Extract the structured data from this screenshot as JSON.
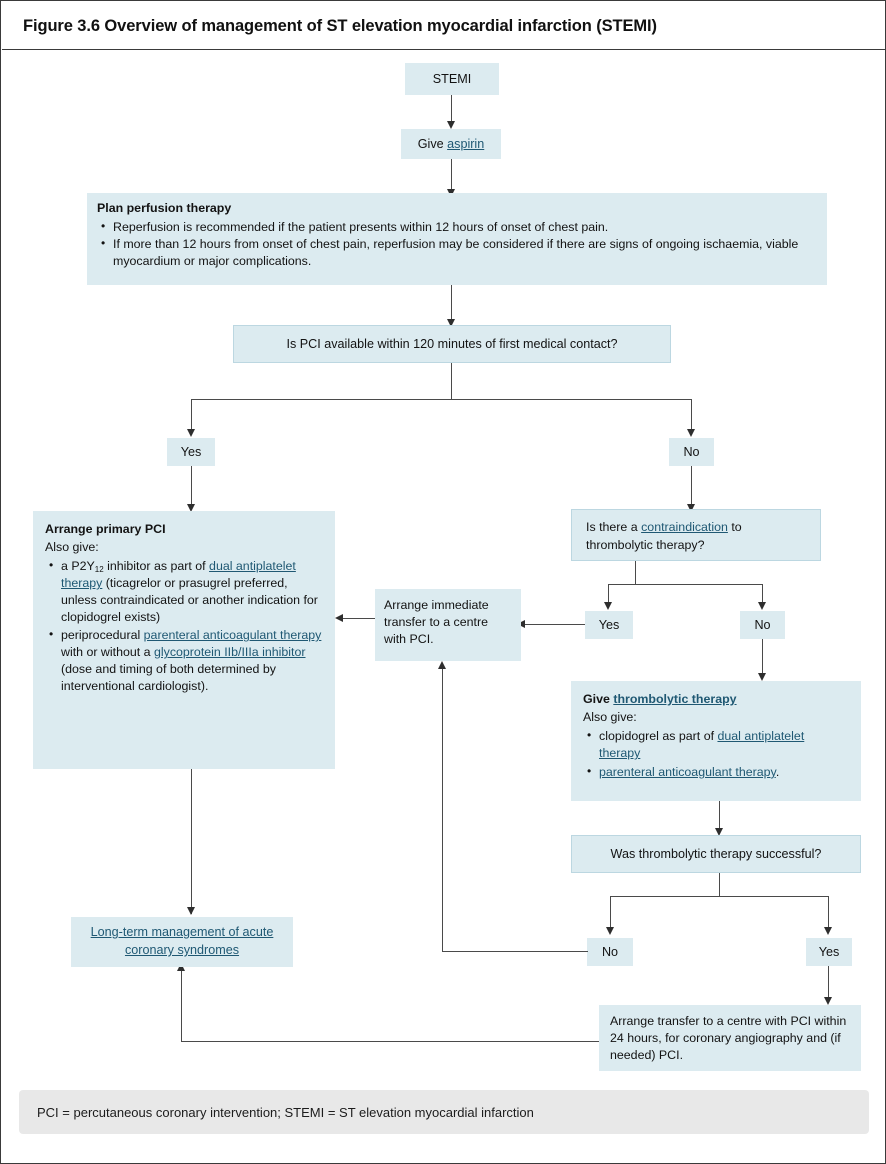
{
  "figure": {
    "title": "Figure 3.6 Overview of management of ST elevation myocardial infarction (STEMI)",
    "footnote": "PCI = percutaneous coronary intervention; STEMI = ST elevation myocardial infarction",
    "accent_box_color": "#dcebf0",
    "link_color": "#1f5873",
    "connector_color": "#4a4a4a",
    "footer_color": "#e8e8e8"
  },
  "nodes": {
    "stemi": {
      "text": "STEMI"
    },
    "give_aspirin": {
      "prefix": "Give ",
      "link": "aspirin"
    },
    "plan_perfusion": {
      "title": "Plan perfusion therapy",
      "bullets": [
        "Reperfusion is recommended if the patient presents within 12 hours of onset of chest pain.",
        "If more than 12 hours from onset of chest pain, reperfusion may be considered if there are signs of ongoing ischaemia, viable myocardium or major complications."
      ]
    },
    "pci_available": {
      "text": "Is PCI available within 120 minutes of first medical contact?"
    },
    "yes_pci": {
      "text": "Yes"
    },
    "no_pci": {
      "text": "No"
    },
    "primary_pci": {
      "title": "Arrange primary PCI",
      "subtitle": "Also give:",
      "bullet1": {
        "part1": "a P2Y",
        "sub": "12",
        "part2": " inhibitor as part of ",
        "link1": "dual antiplatelet therapy",
        "part3": " (ticagrelor or prasugrel preferred, unless contraindicated or another indication for clopidogrel exists)"
      },
      "bullet2": {
        "part1": "periprocedural ",
        "link1": "parenteral anticoagulant therapy",
        "part2": " with or without a ",
        "link2": "glycoprotein IIb/IIIa inhibitor",
        "part3": " (dose and timing of both determined by interventional cardiologist)."
      }
    },
    "contraindication": {
      "part1": "Is there a ",
      "link": "contraindication",
      "part2": " to thrombolytic therapy?"
    },
    "yes_contra": {
      "text": "Yes"
    },
    "no_contra": {
      "text": "No"
    },
    "immediate_transfer": {
      "text": "Arrange immediate transfer to a centre with PCI."
    },
    "give_thrombolytic": {
      "title_prefix": "Give ",
      "title_link": "thrombolytic therapy",
      "subtitle": "Also give:",
      "bullet1": {
        "part1": "clopidogrel as part of ",
        "link1": "dual antiplatelet therapy"
      },
      "bullet2": {
        "link1": "parenteral anticoagulant therapy",
        "part2": "."
      }
    },
    "thrombolytic_success": {
      "text": "Was thrombolytic therapy successful?"
    },
    "no_success": {
      "text": "No"
    },
    "yes_success": {
      "text": "Yes"
    },
    "transfer_24h": {
      "text": "Arrange transfer to a centre with PCI within 24 hours, for coronary angiography and (if needed) PCI."
    },
    "long_term": {
      "link": "Long-term management of acute coronary syndromes"
    }
  }
}
